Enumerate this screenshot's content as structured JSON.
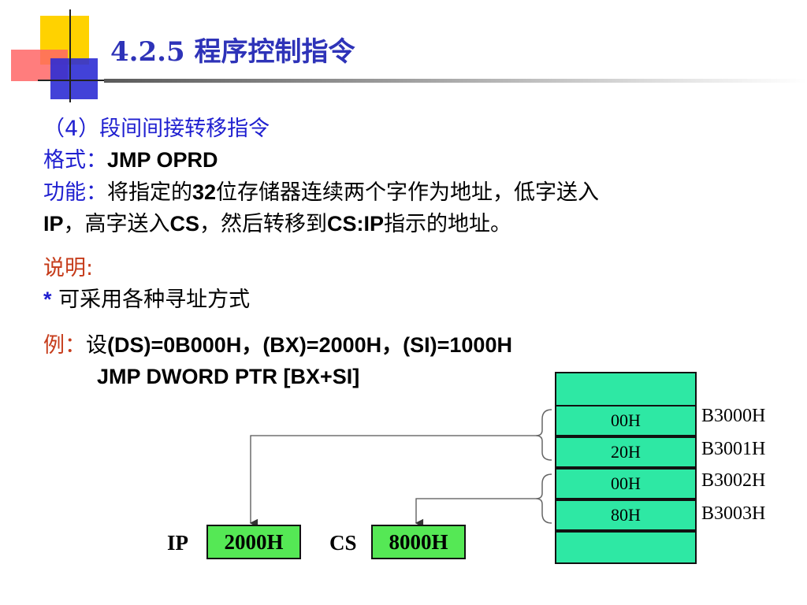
{
  "title": "4.2.5 程序控制指令",
  "section": "（4）段间间接转移指令",
  "format": {
    "label": "格式：",
    "value": "JMP OPRD"
  },
  "function": {
    "label": "功能：",
    "line1_a": "将指定的",
    "line1_b": "32",
    "line1_c": "位存储器连续两个字作为地址，低字送入",
    "line2_a": "IP",
    "line2_b": "，高字送入",
    "line2_c": "CS",
    "line2_d": "，然后转移到",
    "line2_e": "CS:IP",
    "line2_f": "指示的地址。"
  },
  "note": {
    "label": "说明:",
    "bullet": "*",
    "text": "可采用各种寻址方式"
  },
  "example": {
    "label": "例：",
    "prefix": "设",
    "text": "(DS)=0B000H，(BX)=2000H，(SI)=1000H",
    "instruction": "JMP DWORD PTR [BX+SI]"
  },
  "memory": {
    "cells": [
      "",
      "00H",
      "20H",
      "00H",
      "80H",
      ""
    ],
    "addresses": [
      "B3000H",
      "B3001H",
      "B3002H",
      "B3003H"
    ]
  },
  "registers": {
    "ip": {
      "label": "IP",
      "value": "2000H"
    },
    "cs": {
      "label": "CS",
      "value": "8000H"
    }
  }
}
